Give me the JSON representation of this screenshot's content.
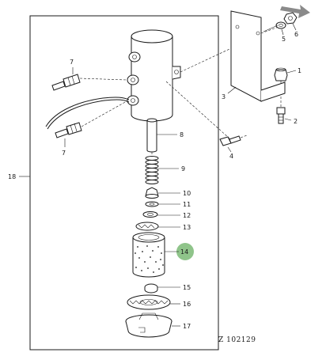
{
  "figure_id": "Z 102129",
  "callouts": {
    "c1": "1",
    "c2": "2",
    "c3": "3",
    "c4": "4",
    "c5": "5",
    "c6": "6",
    "c7a": "7",
    "c7b": "7",
    "c8": "8",
    "c9": "9",
    "c10": "10",
    "c11": "11",
    "c12": "12",
    "c13": "13",
    "c14": "14",
    "c15": "15",
    "c16": "16",
    "c17": "17",
    "c18": "18"
  },
  "colors": {
    "line": "#1a1a1a",
    "highlight": "#8fc48a",
    "arrow": "#8a8a8a"
  },
  "highlighted_callout": "14"
}
